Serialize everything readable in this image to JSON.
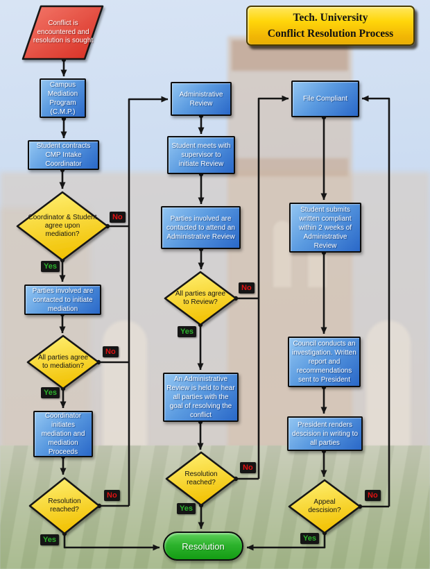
{
  "title": {
    "line1": "Tech. University",
    "line2": "Conflict Resolution Process"
  },
  "labels": {
    "yes": "Yes",
    "no": "No"
  },
  "nodes": {
    "start": "Conflict is encountered and resolution is sought",
    "cmp": "Campus Mediation Program (C.M.P.)",
    "contracts": "Student contracts CMP Intake Coordinator",
    "agree_mediation": "Coordinator & Student agree upon mediation?",
    "parties_initiate": "Parties involved are contacted to initiate mediation",
    "all_agree_mediation": "All parties agree to mediation?",
    "coordinator_initiates": "Coordinator initiates mediation and mediation Proceeds",
    "resolution_reached_left": "Resolution reached?",
    "admin_review": "Administrative Review",
    "student_meets": "Student meets with supervisor to initiate Review",
    "parties_attend": "Parties involved are contacted to attend an Administrative Review",
    "all_agree_review": "All parties agree to Review?",
    "admin_held": "An Administrative Review is held to hear all parties with the goal of resolving the conflict",
    "resolution_reached_mid": "Resolution reached?",
    "file_compliant": "File Compliant",
    "student_submits": "Student submits written compliant within 2 weeks of Administrative Review",
    "council": "Council conducts an investigation. Written report and recommendations sent to President",
    "president": "President renders descision in writing to all parties",
    "appeal": "Appeal descision?",
    "resolution": "Resolution"
  },
  "colors": {
    "process_blue": "#2a68c8",
    "decision_yellow": "#f5c608",
    "start_red": "#d62c20",
    "terminator_green": "#2db32d",
    "yes_green": "#2db32d",
    "no_red": "#e01212",
    "title_gold": "#ffd60a",
    "connector_black": "#151515",
    "sky_blue": "#cadbf1",
    "lawn_green": "#a5b88a"
  }
}
